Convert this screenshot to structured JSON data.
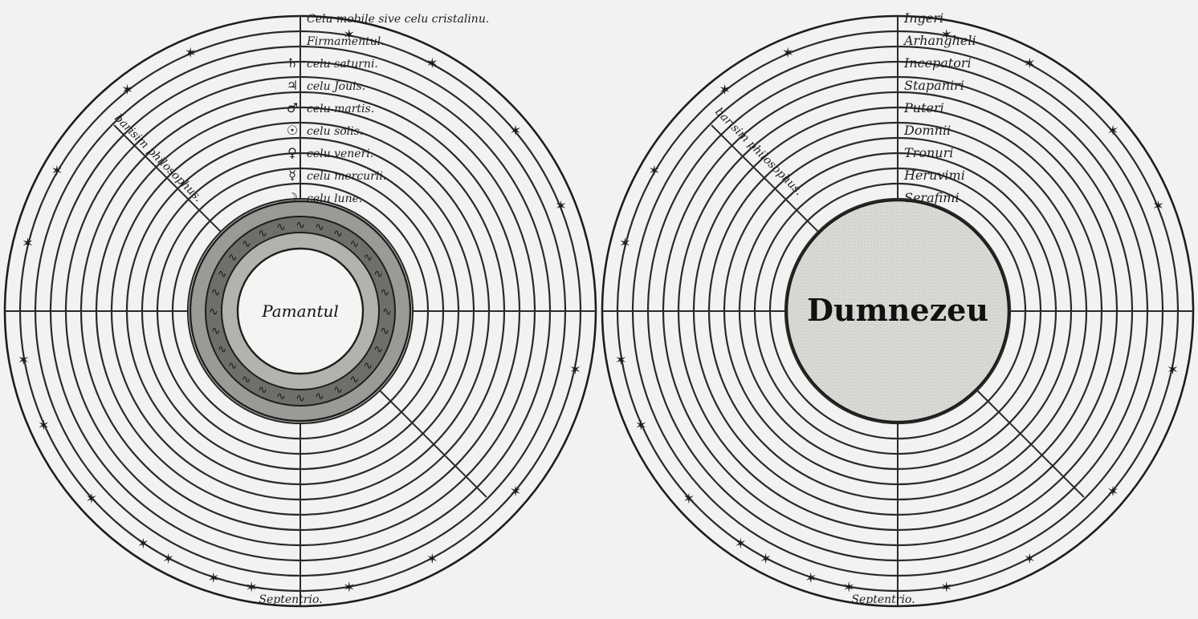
{
  "left_diagram": {
    "center_label": "Pamantul",
    "spheres": [
      "Celu mobile sive celu cristalinu.",
      "Firmamentul.",
      "celu saturni.",
      "celu Jouis.",
      "celu martis.",
      "celu solis.",
      "celu veneri.",
      "celu mercurii.",
      "celu lune."
    ],
    "planet_symbols": [
      "♄",
      "♃",
      "♂",
      "☉",
      "♀",
      "☿",
      "☽"
    ],
    "diagonal_label": "barisim philosophus.",
    "bottom_label": "Septentrio."
  },
  "right_diagram": {
    "center_label": "Dumnezeu",
    "orders": [
      "Ingeri",
      "Arhangheli",
      "Incepatori",
      "Stapaniri",
      "Puteri",
      "Domnii",
      "Tronuri",
      "Heruvimi",
      "Serafimi"
    ],
    "diagonal_label": "barisim philosophus.",
    "bottom_label": "Septentrio."
  },
  "colors": {
    "ink": "#1e1e1e",
    "paper": "#f2f2f0",
    "god_disc": "#d6d6d2",
    "earth_band": "#8a8a86"
  }
}
